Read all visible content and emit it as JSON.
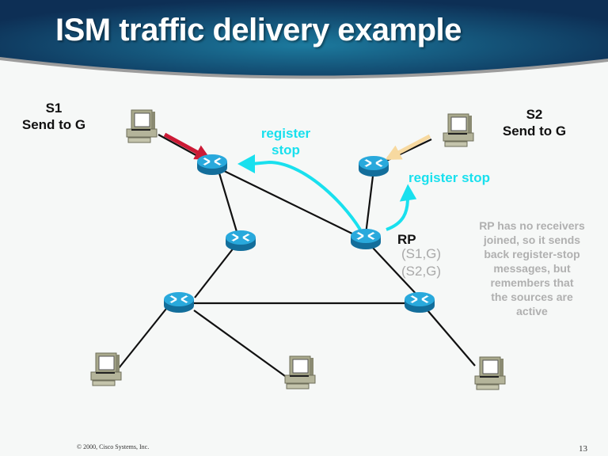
{
  "slide": {
    "title": "ISM traffic delivery example",
    "footer": "© 2000, Cisco Systems, Inc.",
    "page_number": "13"
  },
  "labels": {
    "s1": {
      "line1": "S1",
      "line2": "Send to G"
    },
    "s2": {
      "line1": "S2",
      "line2": "Send to G"
    },
    "register_stop_left": {
      "line1": "register",
      "line2": "stop"
    },
    "register_stop_right": "register stop",
    "rp": "RP",
    "rp_state": [
      "(S1,G)",
      "(S2,G)"
    ],
    "note": [
      "RP has no receivers",
      "joined, so it sends",
      "back register-stop",
      "messages, but",
      "remembers that",
      "the sources are",
      "active"
    ]
  },
  "colors": {
    "header_dark": "#0d2f55",
    "header_light": "#1c7a9e",
    "register_stop_arrow": "#19e0ee",
    "s1_data_arrow": "#cc1a35",
    "s2_data_arrow": "#f7d9a0",
    "router_top": "#29a9dc",
    "router_side": "#136e9b"
  },
  "nodes": {
    "routers": [
      "router-s1",
      "router-s2",
      "router-mid-left",
      "router-rp",
      "router-bottom-left",
      "router-bottom-right"
    ],
    "hosts": [
      "host-s1",
      "host-s2",
      "host-receiver-left",
      "host-receiver-middle",
      "host-receiver-right"
    ]
  }
}
